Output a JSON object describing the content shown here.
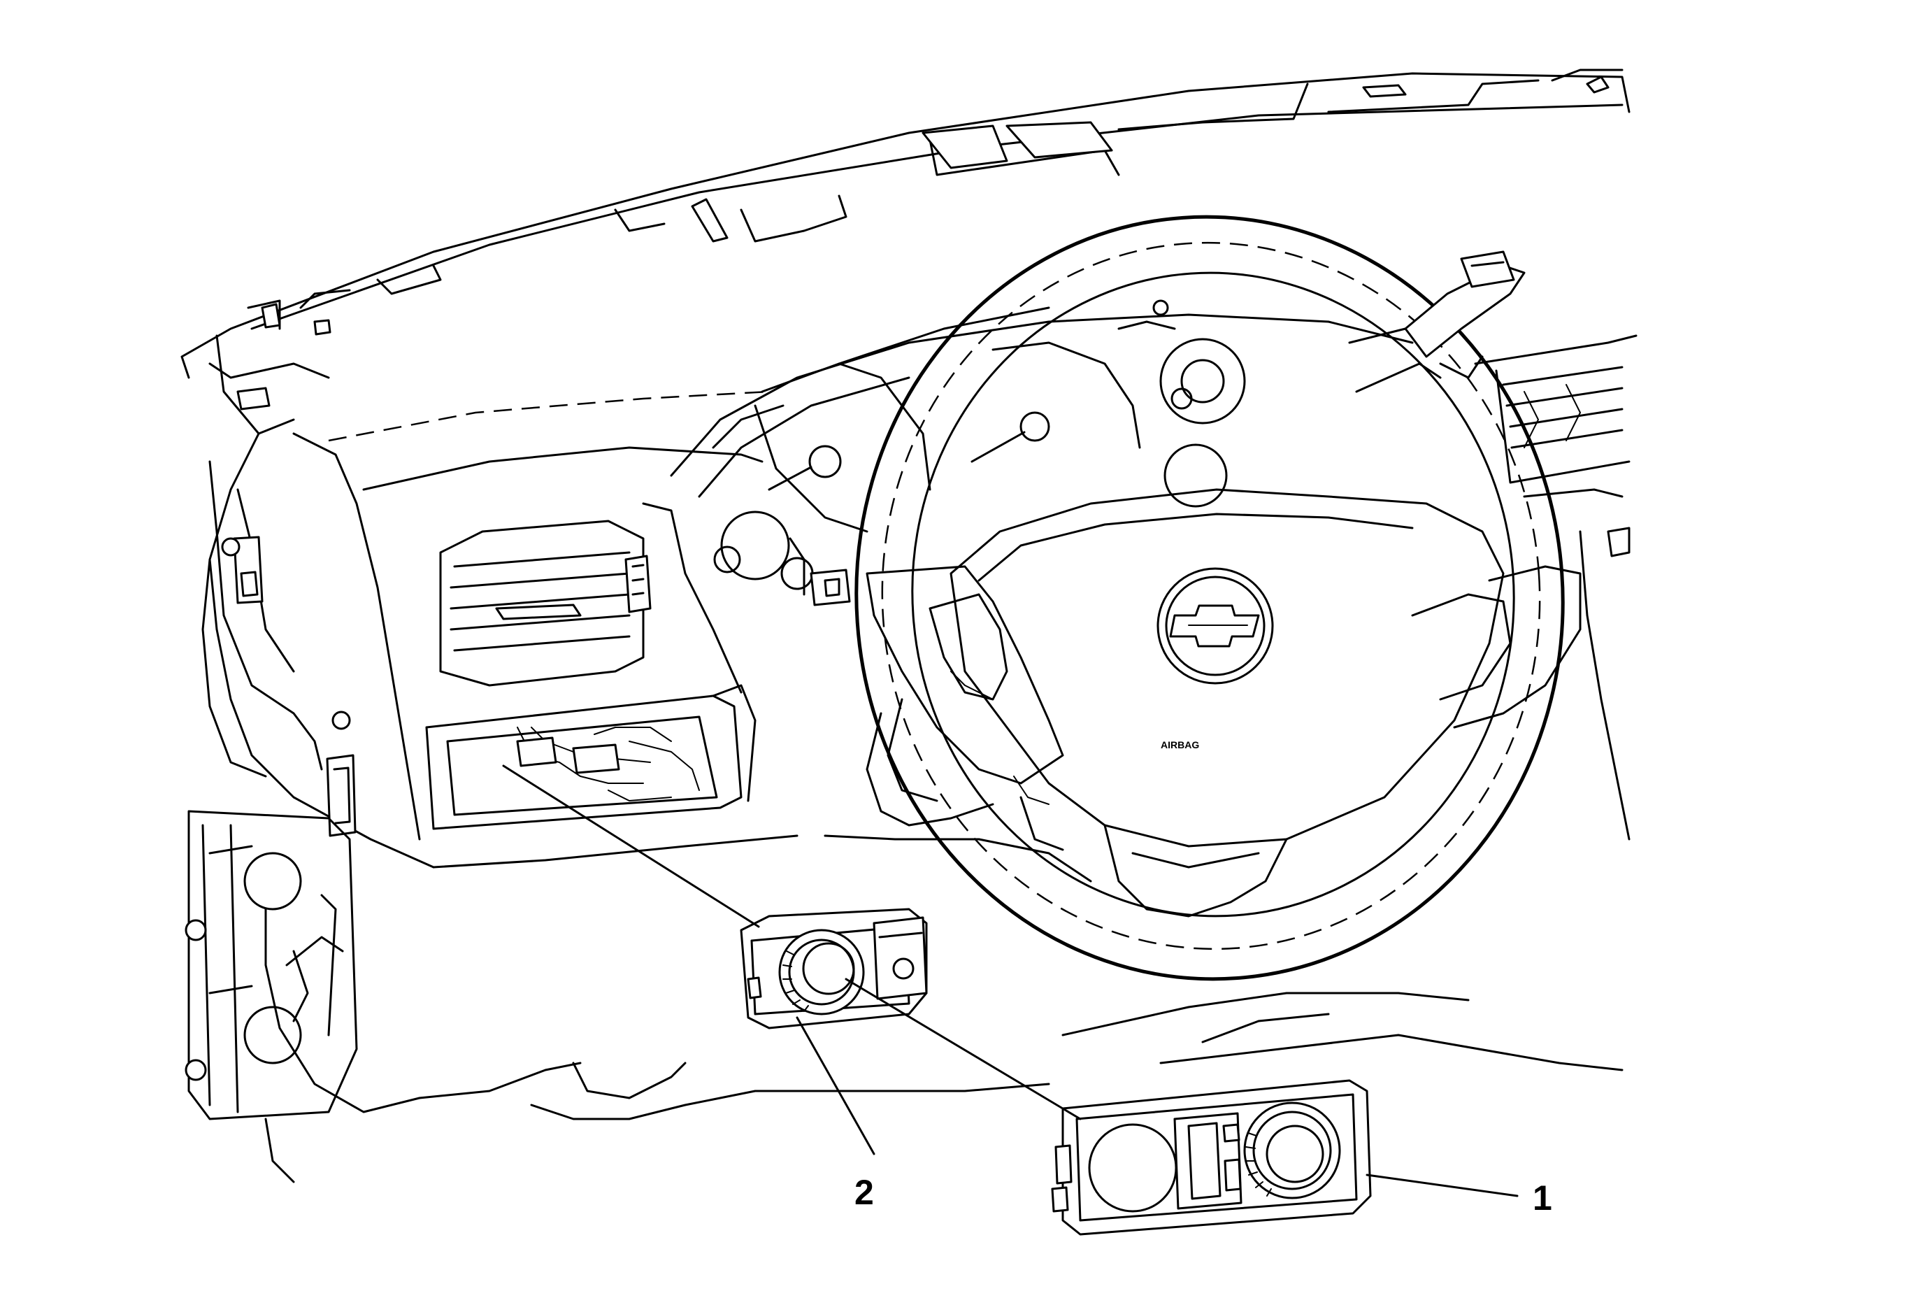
{
  "figure": {
    "callouts": [
      {
        "id": "1",
        "label": "1"
      },
      {
        "id": "2",
        "label": "2"
      }
    ],
    "airbag_marking": "AIRBAG"
  },
  "colors": {
    "line": "#000000",
    "background": "#ffffff"
  }
}
